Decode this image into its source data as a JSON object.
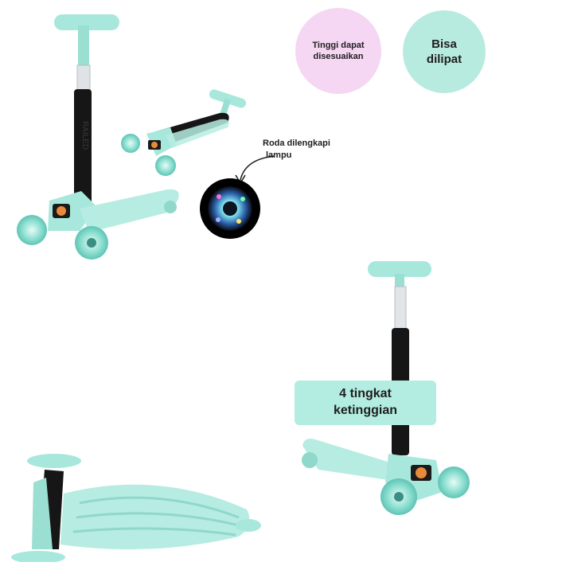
{
  "features": {
    "adjustable": {
      "line1": "Tinggi dapat",
      "line2": "disesuaikan",
      "color": "#f5d6f3"
    },
    "foldable": {
      "line1": "Bisa",
      "line2": "dilipat",
      "color": "#b8ebe0"
    },
    "lights": {
      "line1": "Roda dilengkapi",
      "line2": "lampu"
    },
    "heights": {
      "line1": "4 tingkat",
      "line2": "ketinggian",
      "color": "#b3ece0"
    }
  },
  "product": {
    "brand_text": "RAILED",
    "body_color": "#a8e8dc",
    "stem_color": "#161616"
  }
}
